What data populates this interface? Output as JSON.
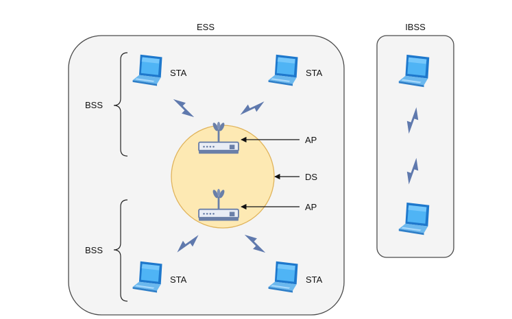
{
  "ess": {
    "title": "ESS",
    "bss_upper_label": "BSS",
    "bss_lower_label": "BSS",
    "sta_top_left": "STA",
    "sta_top_right": "STA",
    "sta_bottom_left": "STA",
    "sta_bottom_right": "STA",
    "ap_upper_label": "AP",
    "ap_lower_label": "AP",
    "ds_label": "DS"
  },
  "ibss": {
    "title": "IBSS"
  },
  "colors": {
    "container_fill": "#f4f4f4",
    "container_stroke": "#4a4a4a",
    "ds_fill": "#fde9b3",
    "ds_stroke": "#e0b35a",
    "laptop_blue": "#2f8fe0",
    "device_gray": "#6a7fa8",
    "link_bolt": "#5f79ad"
  }
}
